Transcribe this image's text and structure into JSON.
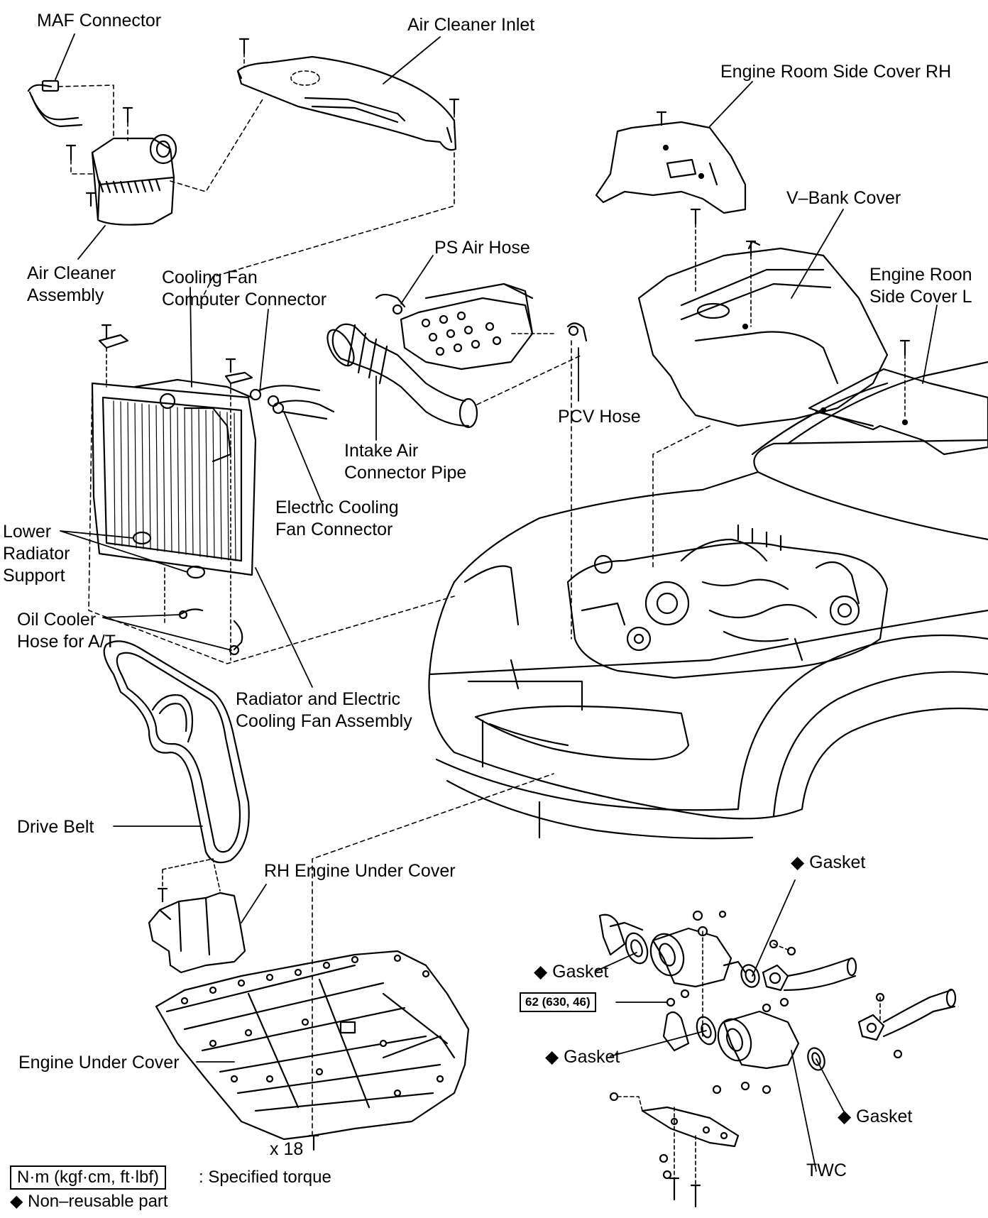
{
  "labels": {
    "maf_connector": "MAF Connector",
    "air_cleaner_inlet": "Air Cleaner Inlet",
    "engine_room_side_cover_rh": "Engine Room Side Cover RH",
    "v_bank_cover": "V–Bank Cover",
    "engine_room_side_cover_lh": [
      "Engine Roon",
      "Side Cover L"
    ],
    "ps_air_hose": "PS Air Hose",
    "air_cleaner_assembly": [
      "Air Cleaner",
      "Assembly"
    ],
    "cooling_fan_computer_connector": [
      "Cooling Fan",
      "Computer Connector"
    ],
    "pcv_hose": "PCV Hose",
    "intake_air_connector_pipe": [
      "Intake Air",
      "Connector Pipe"
    ],
    "electric_cooling_fan_connector": [
      "Electric Cooling",
      "Fan Connector"
    ],
    "lower_radiator_support": [
      "Lower",
      "Radiator",
      "Support"
    ],
    "oil_cooler_hose": [
      "Oil Cooler",
      "Hose for A/T"
    ],
    "radiator_fan_assembly": [
      "Radiator and Electric",
      "Cooling Fan Assembly"
    ],
    "drive_belt": "Drive Belt",
    "rh_engine_under_cover": "RH Engine Under Cover",
    "engine_under_cover": "Engine Under Cover",
    "bolt_count": "x 18",
    "gasket_upper_right": "◆ Gasket",
    "gasket_upper_left": "◆ Gasket",
    "gasket_lower_left": "◆ Gasket",
    "gasket_lower_right": "◆ Gasket",
    "twc": "TWC"
  },
  "torque_spec": "62 (630, 46)",
  "legend": {
    "torque_unit_box": "N·m (kgf·cm, ft·lbf)",
    "torque_unit_text": ": Specified torque",
    "non_reusable": "◆ Non–reusable part"
  }
}
